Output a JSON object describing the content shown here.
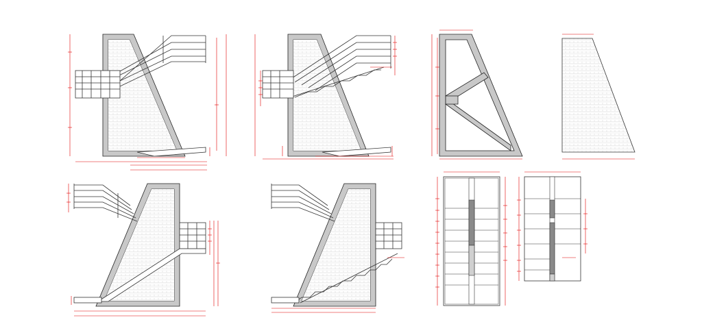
{
  "drawing_sheet": {
    "description_text": "",
    "colors": {
      "background": "#ffffff",
      "line": "#222222",
      "wall_fill": "#c8c8c8",
      "hatch": "#d6d6d6",
      "dimension": "#e00000",
      "stair_core": "#8a8a8a"
    },
    "drawings": [
      {
        "id": "elevation-1",
        "kind": "stair-elevation",
        "variant": "handrail-left"
      },
      {
        "id": "elevation-2",
        "kind": "stair-elevation",
        "variant": "treads-left"
      },
      {
        "id": "section-3",
        "kind": "wall-section",
        "variant": "internal-bracing"
      },
      {
        "id": "elevation-4",
        "kind": "wall-elevation",
        "variant": "hatched-only"
      },
      {
        "id": "elevation-5",
        "kind": "stair-elevation",
        "variant": "handrail-right"
      },
      {
        "id": "elevation-6",
        "kind": "stair-elevation",
        "variant": "treads-right"
      },
      {
        "id": "plan-7",
        "kind": "stair-plan",
        "variant": "double-flight"
      },
      {
        "id": "plan-8",
        "kind": "stair-plan",
        "variant": "single-flight"
      }
    ]
  }
}
